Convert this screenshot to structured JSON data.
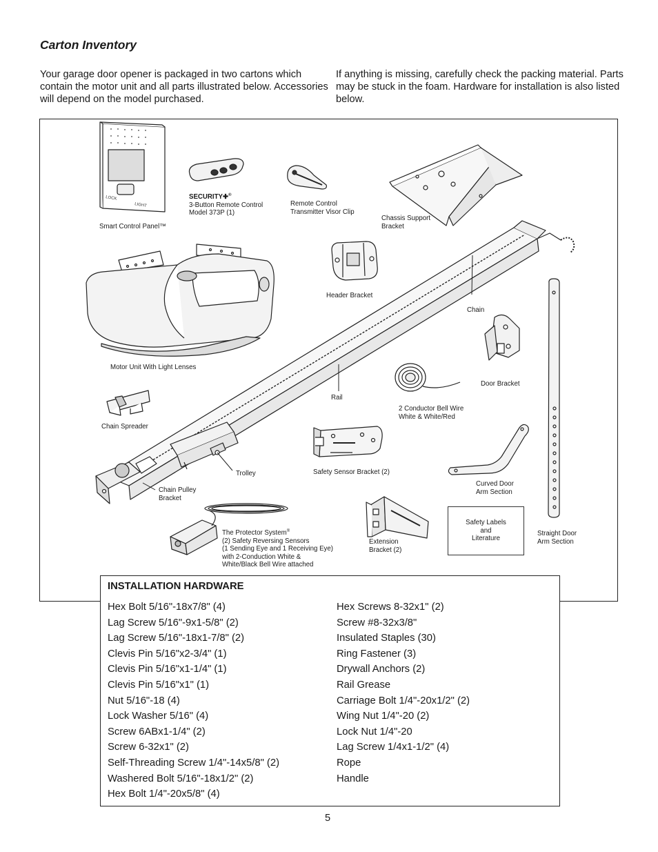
{
  "heading": "Carton Inventory",
  "intro": {
    "left": "Your garage door opener is packaged in two cartons which contain the motor unit and all parts illustrated below. Accessories will depend on the model purchased.",
    "right": "If anything is missing, carefully check the packing material. Parts may be stuck in the foam. Hardware for installation is also listed below."
  },
  "labels": {
    "smart_control_panel": "Smart Control Panel™",
    "remote_brand": "SECURITY✚",
    "remote_brand_mark": "®",
    "remote_line1": "3-Button Remote Control",
    "remote_line2": "Model 373P (1)",
    "visor_line1": "Remote Control",
    "visor_line2": "Transmitter Visor Clip",
    "chassis_line1": "Chassis Support",
    "chassis_line2": "Bracket",
    "header_bracket": "Header Bracket",
    "chain": "Chain",
    "motor_unit": "Motor Unit With Light Lenses",
    "door_bracket": "Door Bracket",
    "rail": "Rail",
    "bell_wire_line1": "2 Conductor Bell Wire",
    "bell_wire_line2": "White & White/Red",
    "chain_spreader": "Chain Spreader",
    "safety_sensor_bracket": "Safety Sensor Bracket (2)",
    "trolley": "Trolley",
    "curved_arm_line1": "Curved Door",
    "curved_arm_line2": "Arm Section",
    "chain_pulley_line1": "Chain Pulley",
    "chain_pulley_line2": "Bracket",
    "safety_labels_line1": "Safety Labels",
    "safety_labels_line2": "and",
    "safety_labels_line3": "Literature",
    "protector_line1": "The Protector System",
    "protector_mark": "®",
    "protector_line2": "(2) Safety Reversing Sensors",
    "protector_line3": "(1 Sending Eye and 1 Receiving Eye)",
    "protector_line4": "with 2-Conduction White &",
    "protector_line5": "White/Black Bell Wire attached",
    "extension_line1": "Extension",
    "extension_line2": "Bracket (2)",
    "straight_arm_line1": "Straight Door",
    "straight_arm_line2": "Arm Section",
    "panel_lock": "LOCK",
    "panel_light": "LIGHT"
  },
  "hardware": {
    "title": "INSTALLATION HARDWARE",
    "left": [
      "Hex Bolt 5/16\"-18x7/8\" (4)",
      "Lag Screw 5/16\"-9x1-5/8\" (2)",
      "Lag Screw 5/16\"-18x1-7/8\" (2)",
      "Clevis Pin 5/16\"x2-3/4\" (1)",
      "Clevis Pin 5/16\"x1-1/4\" (1)",
      "Clevis Pin 5/16\"x1\" (1)",
      "Nut 5/16\"-18 (4)",
      "Lock Washer 5/16\" (4)",
      "Screw 6ABx1-1/4\" (2)",
      "Screw 6-32x1\" (2)",
      "Self-Threading Screw 1/4\"-14x5/8\" (2)",
      "Washered Bolt 5/16\"-18x1/2\" (2)",
      "Hex Bolt 1/4\"-20x5/8\" (4)"
    ],
    "right": [
      "Hex Screws 8-32x1\" (2)",
      "Screw #8-32x3/8\"",
      "Insulated Staples (30)",
      "Ring Fastener (3)",
      "Drywall Anchors (2)",
      "Rail Grease",
      "Carriage Bolt 1/4\"-20x1/2\" (2)",
      "Wing Nut 1/4\"-20 (2)",
      "Lock Nut 1/4\"-20",
      "Lag Screw 1/4x1-1/2\" (4)",
      "Rope",
      "Handle"
    ]
  },
  "page_number": "5"
}
